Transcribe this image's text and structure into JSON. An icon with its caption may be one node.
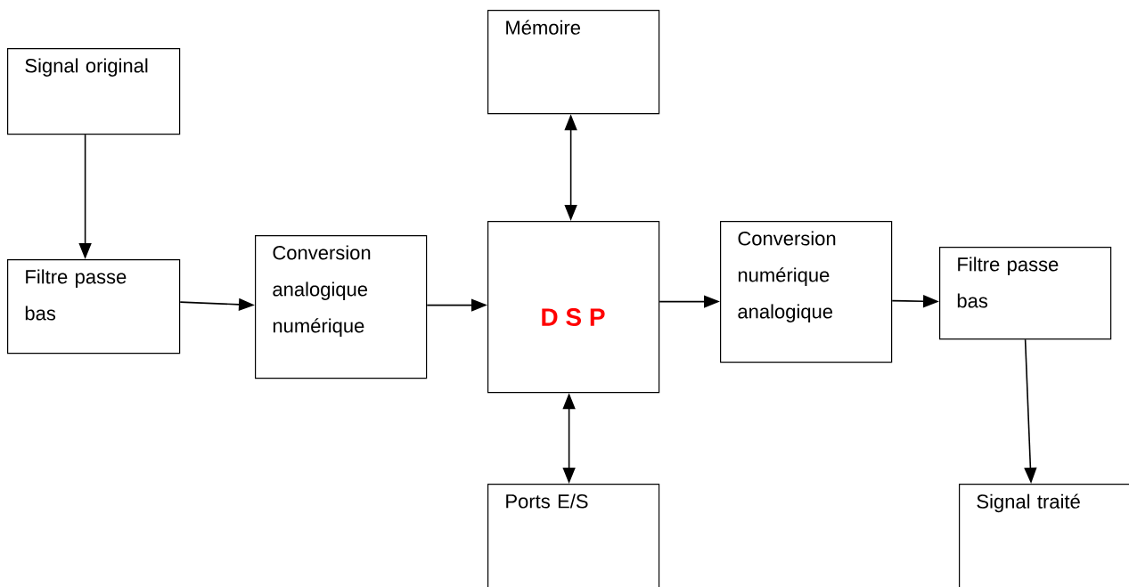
{
  "diagram": {
    "nodes": [
      {
        "text": [
          "Signal original"
        ]
      },
      {
        "text": [
          "Filtre passe bas"
        ]
      },
      {
        "text": [
          "Conversion analogique numérique"
        ]
      },
      {
        "text": [
          "Mémoire"
        ]
      },
      {
        "text": [
          "D S P"
        ]
      },
      {
        "text": [
          "Conversion numérique analogique"
        ]
      },
      {
        "text": [
          "Filtre passe bas"
        ]
      },
      {
        "text": [
          "Ports E/S"
        ]
      },
      {
        "text": [
          "Signal traité"
        ]
      }
    ],
    "edges": [
      {
        "from": 0,
        "to": 1,
        "arrow": "to"
      },
      {
        "from": 1,
        "to": 2,
        "arrow": "to"
      },
      {
        "from": 2,
        "to": 4,
        "arrow": "to"
      },
      {
        "from": 4,
        "to": 3,
        "arrow": "both"
      },
      {
        "from": 4,
        "to": 7,
        "arrow": "both"
      },
      {
        "from": 4,
        "to": 5,
        "arrow": "to"
      },
      {
        "from": 5,
        "to": 6,
        "arrow": "to"
      },
      {
        "from": 6,
        "to": 8,
        "arrow": "to"
      }
    ]
  }
}
